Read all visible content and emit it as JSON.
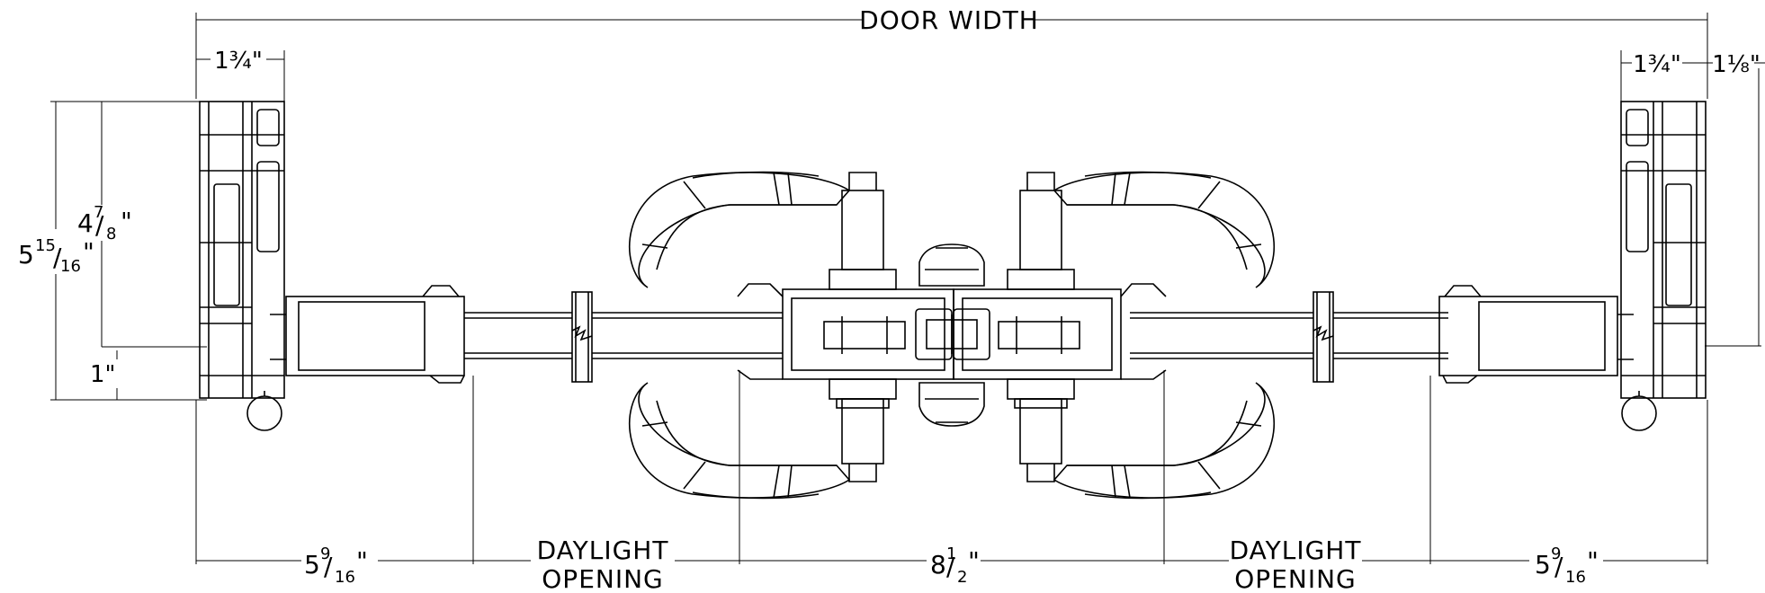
{
  "dimensions": {
    "door_width": "DOOR WIDTH",
    "stile_left_top": "1¾\"",
    "stile_right_top": "1¾\"",
    "right_offset": "1⅛\"",
    "frame_depth_outer": {
      "whole": "5",
      "num": "15",
      "den": "16",
      "suffix": "\""
    },
    "frame_depth_inner": {
      "whole": "4",
      "num": "7",
      "den": "8",
      "suffix": "\""
    },
    "bottom_offset": "1\"",
    "left_rail": {
      "whole": "5",
      "num": "9",
      "den": "16",
      "suffix": "\""
    },
    "center_span": {
      "whole": "8",
      "num": "1",
      "den": "2",
      "suffix": "\""
    },
    "right_rail": {
      "whole": "5",
      "num": "9",
      "den": "16",
      "suffix": "\""
    },
    "daylight_left": [
      "DAYLIGHT",
      "OPENING"
    ],
    "daylight_right": [
      "DAYLIGHT",
      "OPENING"
    ]
  }
}
